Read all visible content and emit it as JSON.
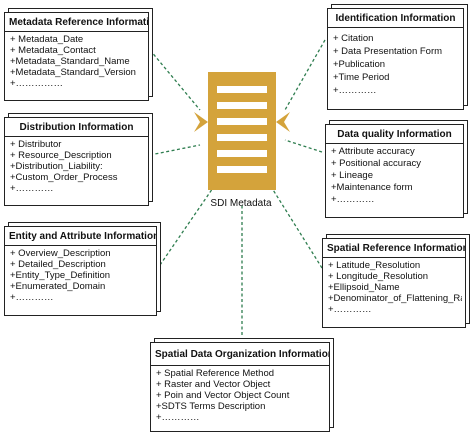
{
  "center": {
    "label": "SDI Metadata",
    "colors": {
      "doc": "#d4a33b",
      "arrow": "#d4a33b",
      "connector": "#2e7d4f"
    }
  },
  "boxes": {
    "metadata_reference": {
      "title": "Metadata Reference Information",
      "items": [
        "+ Metadata_Date",
        "+ Metadata_Contact",
        "+Metadata_Standard_Name",
        "+Metadata_Standard_Version",
        "+……………"
      ]
    },
    "distribution": {
      "title": "Distribution Information",
      "items": [
        "+ Distributor",
        "+ Resource_Description",
        "+Distribution_Liability:",
        "+Custom_Order_Process",
        "+…………"
      ]
    },
    "entity_attribute": {
      "title": "Entity and Attribute Information",
      "items": [
        "+ Overview_Description",
        "+ Detailed_Description",
        "+Entity_Type_Definition",
        "+Enumerated_Domain",
        "+…………"
      ]
    },
    "identification": {
      "title": "Identification Information",
      "items": [
        "+ Citation",
        "+ Data Presentation Form",
        "+Publication",
        "+Time Period",
        "+…………"
      ]
    },
    "data_quality": {
      "title": "Data quality Information",
      "items": [
        "+ Attribute accuracy",
        "+ Positional accuracy",
        "+ Lineage",
        "+Maintenance form",
        "+…………"
      ]
    },
    "spatial_reference": {
      "title": "Spatial Reference Information",
      "items": [
        "+ Latitude_Resolution",
        "+ Longitude_Resolution",
        "+Ellipsoid_Name",
        "+Denominator_of_Flattening_Ratio",
        "+…………"
      ]
    },
    "spatial_data_org": {
      "title": "Spatial Data Organization Information",
      "items": [
        "+ Spatial Reference Method",
        "+ Raster and Vector Object",
        "+ Poin and Vector Object Count",
        "+SDTS Terms Description",
        "+…………"
      ]
    }
  }
}
